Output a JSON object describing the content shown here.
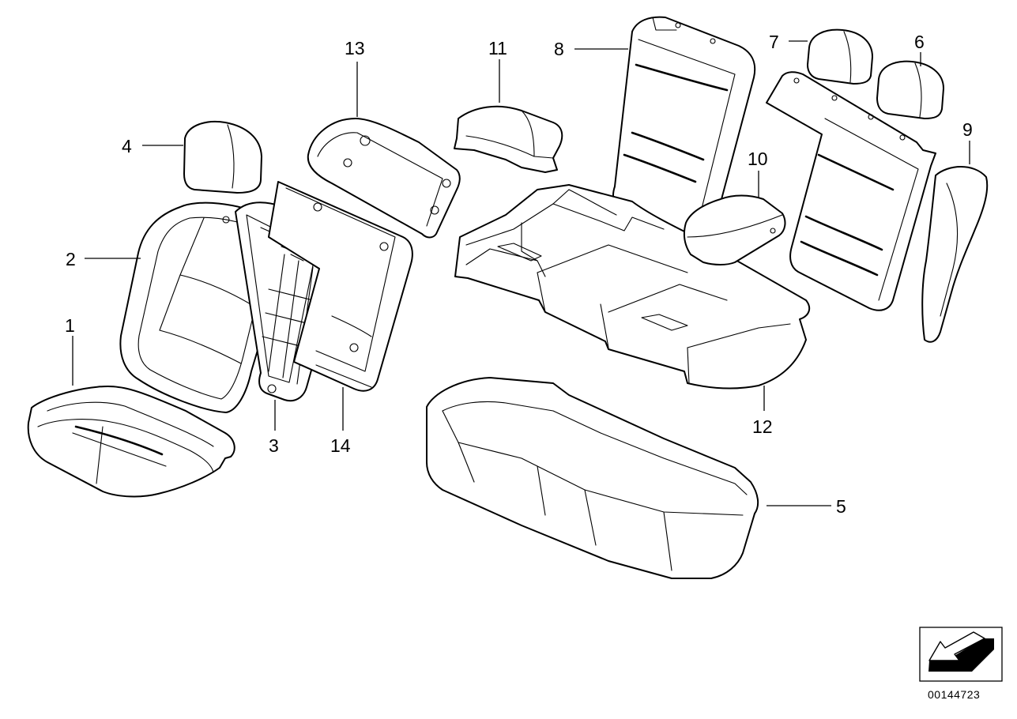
{
  "diagram": {
    "type": "exploded-parts-diagram",
    "callouts": [
      {
        "id": "1",
        "label": "1",
        "part": "seat-cushion-cover-front"
      },
      {
        "id": "2",
        "label": "2",
        "part": "backrest-cover-front"
      },
      {
        "id": "3",
        "label": "3",
        "part": "backrest-frame-panel"
      },
      {
        "id": "4",
        "label": "4",
        "part": "headrest-front"
      },
      {
        "id": "5",
        "label": "5",
        "part": "rear-bench-seat-cover"
      },
      {
        "id": "6",
        "label": "6",
        "part": "headrest-rear-right"
      },
      {
        "id": "7",
        "label": "7",
        "part": "headrest-rear-left"
      },
      {
        "id": "8",
        "label": "8",
        "part": "rear-backrest-left-section"
      },
      {
        "id": "9",
        "label": "9",
        "part": "side-bolster-panel"
      },
      {
        "id": "10",
        "label": "10",
        "part": "armrest-rear"
      },
      {
        "id": "11",
        "label": "11",
        "part": "armrest-cover"
      },
      {
        "id": "12",
        "label": "12",
        "part": "rear-seat-cushion-frame"
      },
      {
        "id": "13",
        "label": "13",
        "part": "backrest-rear-trim-panel"
      },
      {
        "id": "14",
        "label": "14",
        "part": "backrest-rear-cover-panel"
      }
    ],
    "document_number": "00144723",
    "orientation_icon": "arrow-direction-icon"
  }
}
